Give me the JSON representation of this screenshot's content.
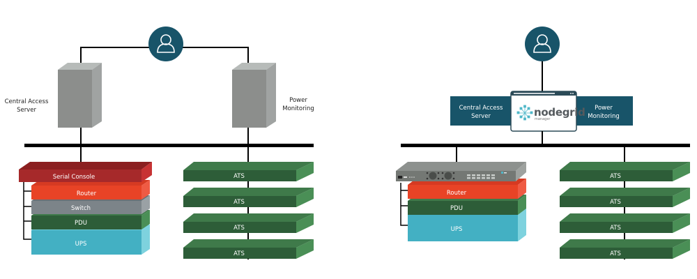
{
  "colors": {
    "user_circle": "#185469",
    "line": "#000000",
    "server_front": "#8c8e8c",
    "server_top": "#b7bbb9",
    "server_side": "#a0a3a2",
    "serial_console": "#a6292a",
    "router": "#e84326",
    "switch": "#7c8489",
    "pdu": "#2d5d38",
    "ups": "#43b0c3",
    "ats": "#2d5d38",
    "band": "#185469",
    "nodegrid_accent": "#4fb7c9"
  },
  "left_diagram": {
    "user_icon": "user-icon",
    "servers": [
      {
        "name": "central-access-server",
        "label_lines": [
          "Central Access",
          "Server"
        ]
      },
      {
        "name": "power-monitoring-server",
        "label_lines": [
          "Power",
          "Monitoring"
        ]
      }
    ],
    "device_stack": [
      {
        "name": "serial-console",
        "label": "Serial Console"
      },
      {
        "name": "router",
        "label": "Router"
      },
      {
        "name": "switch",
        "label": "Switch"
      },
      {
        "name": "pdu",
        "label": "PDU"
      },
      {
        "name": "ups",
        "label": "UPS"
      }
    ],
    "ats_stack": [
      "ATS",
      "ATS",
      "ATS",
      "ATS"
    ]
  },
  "right_diagram": {
    "user_icon": "user-icon",
    "band_left_lines": [
      "Central Access",
      "Server"
    ],
    "band_right_lines": [
      "Power",
      "Monitoring"
    ],
    "nodegrid": {
      "word": "nodegrid",
      "sub": "manager"
    },
    "device_stack": [
      {
        "name": "nodegrid-appliance",
        "label": ""
      },
      {
        "name": "router",
        "label": "Router"
      },
      {
        "name": "pdu",
        "label": "PDU"
      },
      {
        "name": "ups",
        "label": "UPS"
      }
    ],
    "ats_stack": [
      "ATS",
      "ATS",
      "ATS",
      "ATS"
    ]
  }
}
